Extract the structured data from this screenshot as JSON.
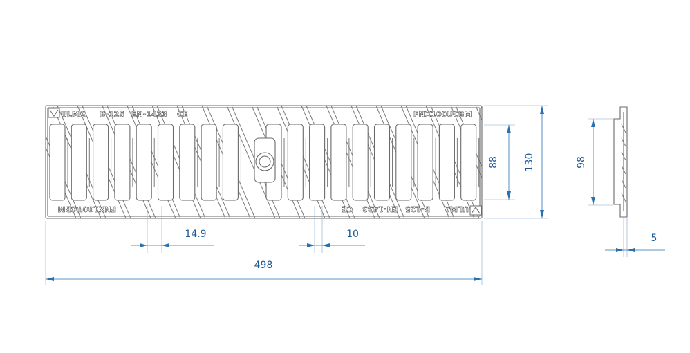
{
  "grate": {
    "brand": "ULMA",
    "load_class": "B-125",
    "standard": "EN-1433",
    "ce_mark": "CE",
    "model_code": "FNX100UCBM"
  },
  "dimensions": {
    "total_length": "498",
    "total_width": "130",
    "slot_length": "88",
    "bar_pitch": "14.9",
    "slot_gap": "10",
    "side_height": "98",
    "thickness": "5"
  },
  "colors": {
    "outline": "#6a6a6a",
    "dimension": "#2a6fb0"
  }
}
